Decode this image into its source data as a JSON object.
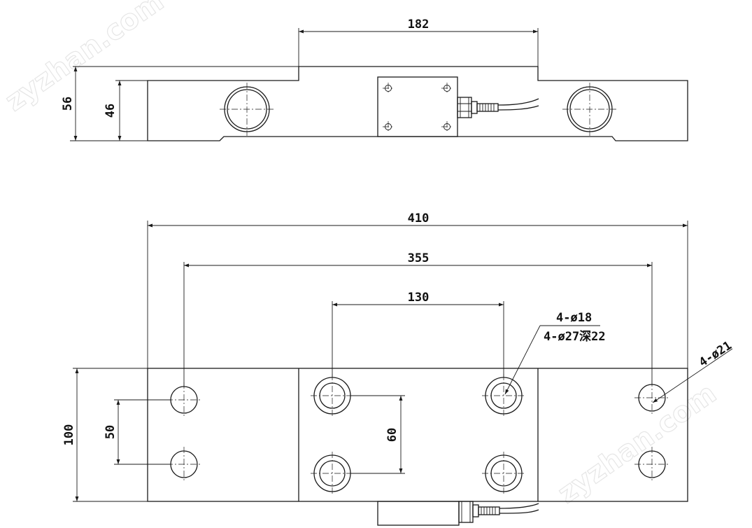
{
  "watermark": "zyzhan.com",
  "side_view": {
    "dims": {
      "top_width": "182",
      "total_height": "56",
      "body_height": "46"
    }
  },
  "top_view": {
    "dims": {
      "overall_length": "410",
      "outer_hole_spacing": "355",
      "inner_hole_spacing": "130",
      "width": "100",
      "outer_hole_row_spacing": "50",
      "inner_hole_row_spacing": "60"
    },
    "callouts": {
      "inner_holes_line1": "4-ø18",
      "inner_holes_line2": "4-ø27深22",
      "outer_holes": "4-ø21"
    }
  }
}
